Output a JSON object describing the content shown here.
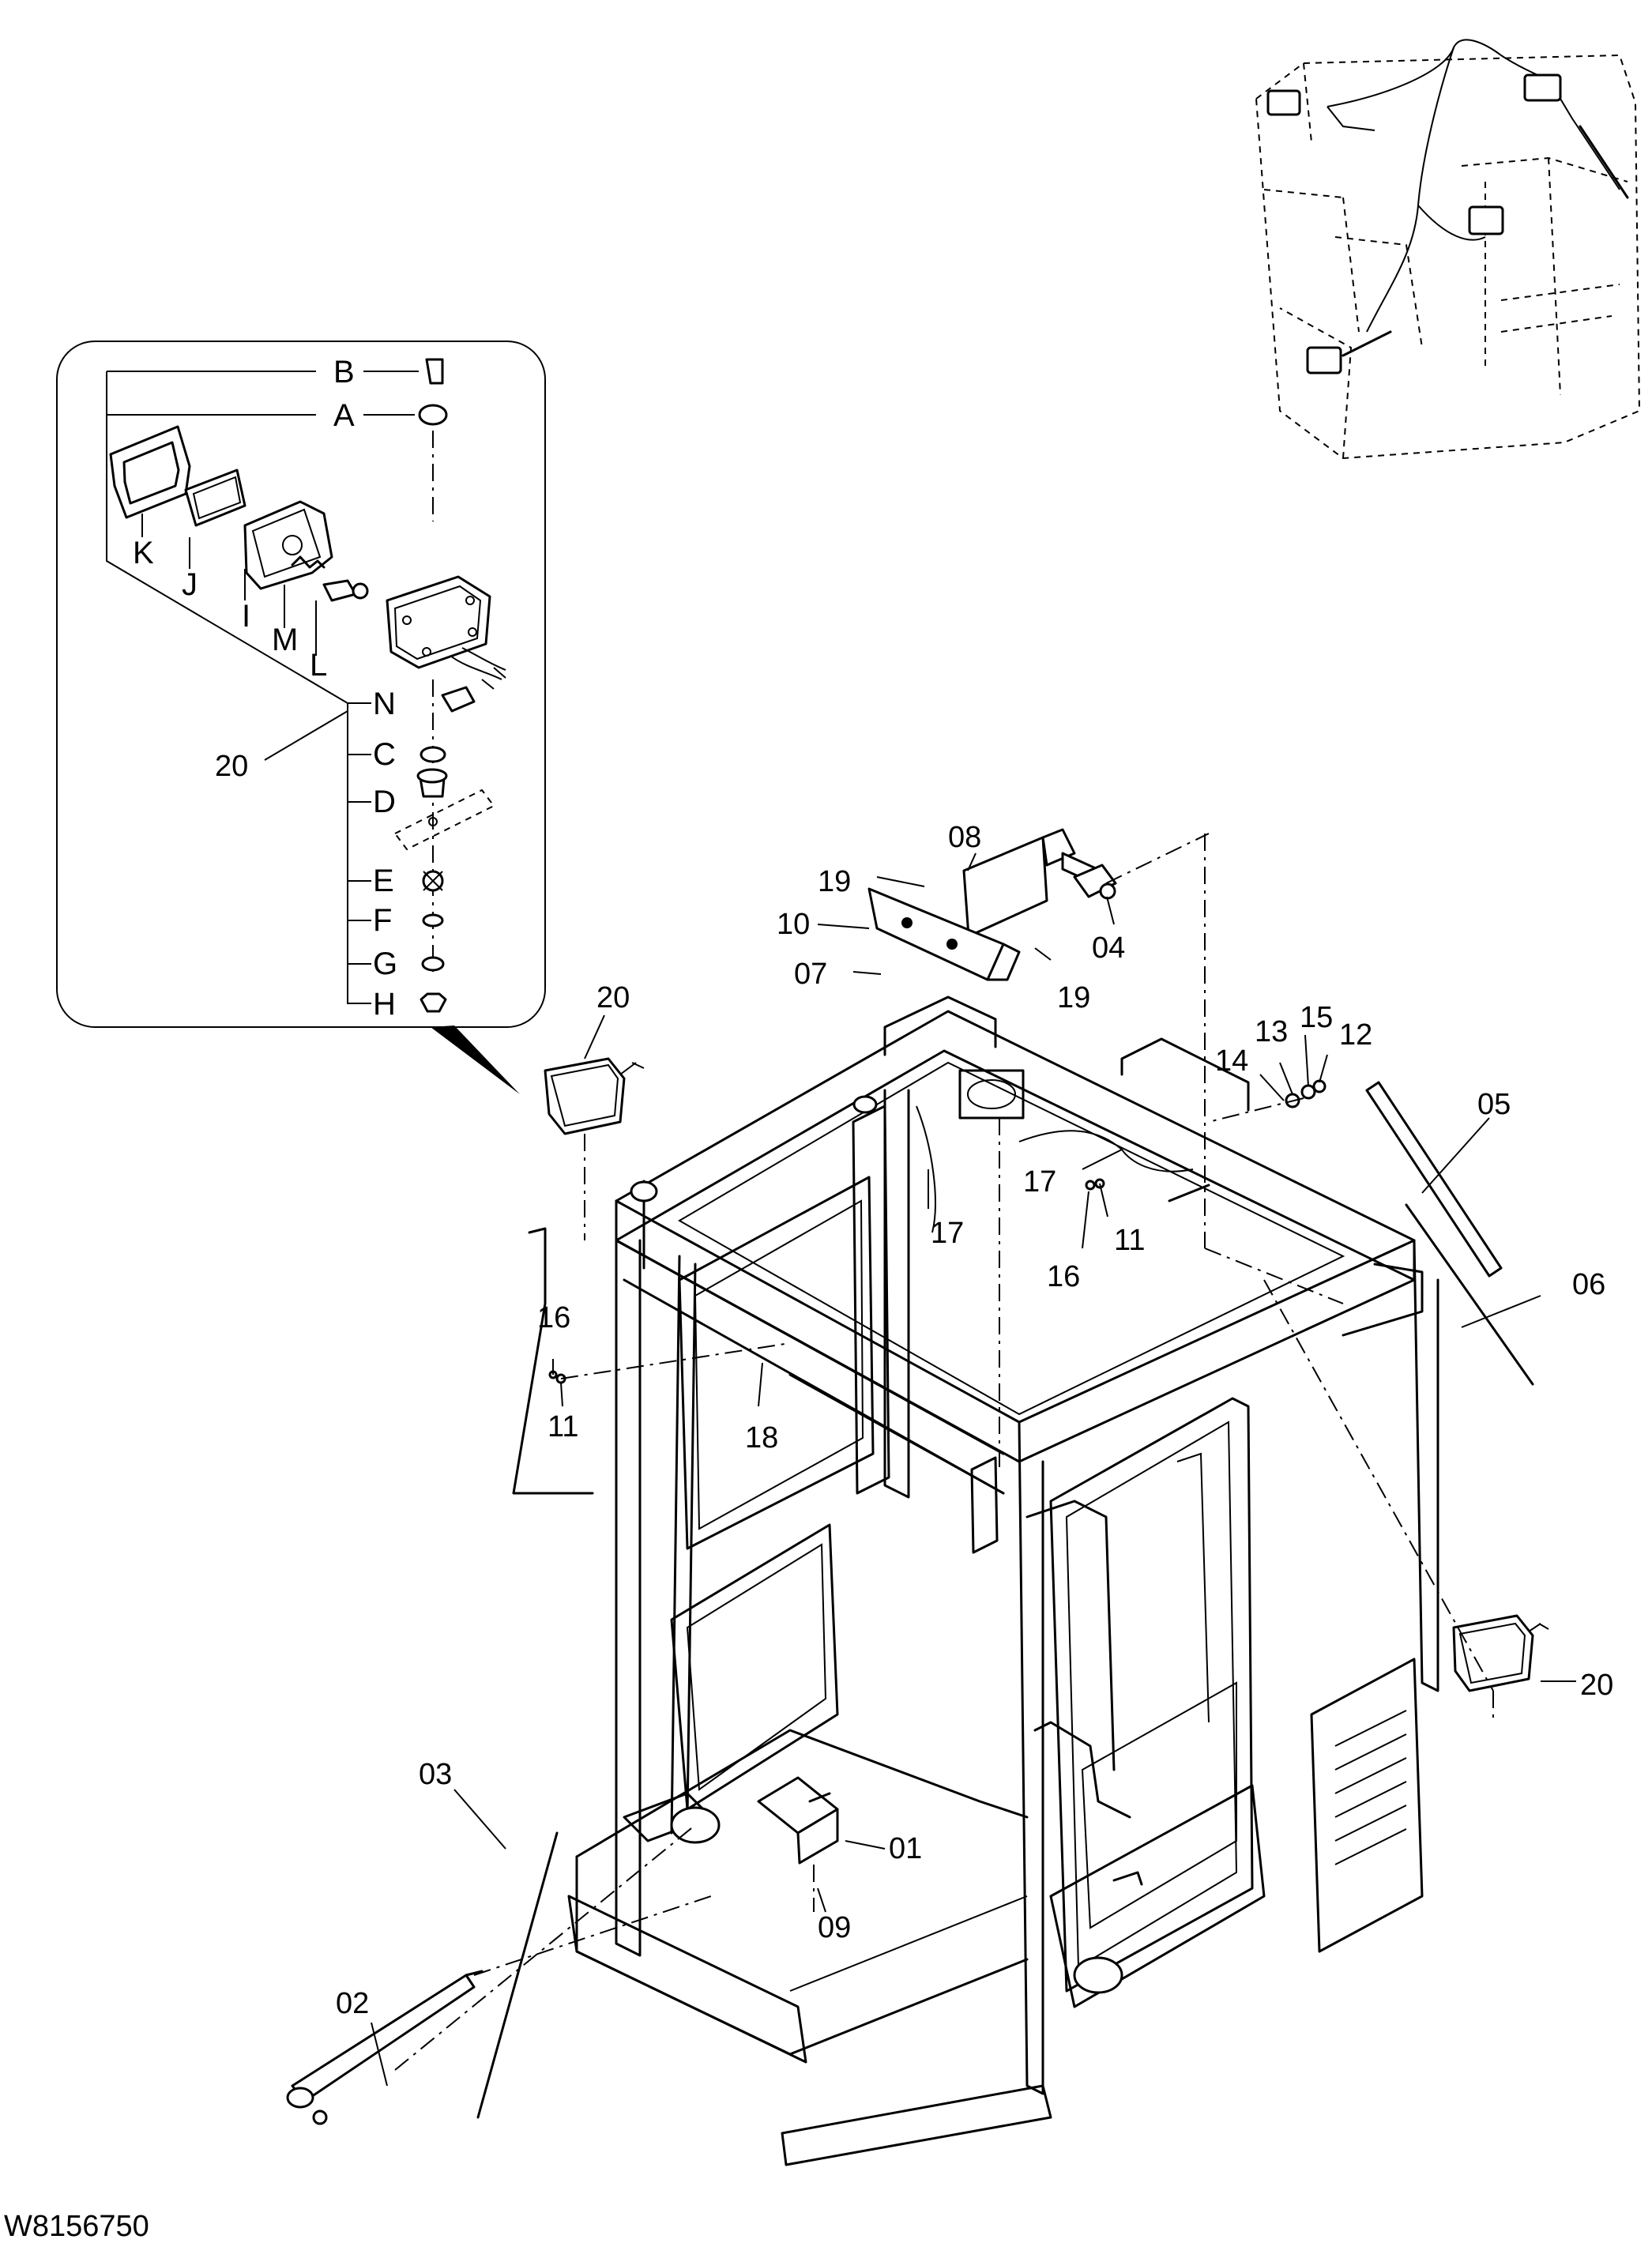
{
  "drawing_number": "W8156750",
  "detail_inset": {
    "hardware_labels": [
      "B",
      "A",
      "K",
      "J",
      "I",
      "M",
      "L",
      "N",
      "C",
      "D",
      "E",
      "F",
      "G",
      "H"
    ],
    "assembly_ref": "20"
  },
  "callouts": {
    "p01": "01",
    "p02": "02",
    "p03": "03",
    "p04": "04",
    "p05": "05",
    "p06": "06",
    "p07": "07",
    "p08": "08",
    "p09": "09",
    "p10": "10",
    "p11": "11",
    "p12": "12",
    "p13": "13",
    "p14": "14",
    "p15": "15",
    "p16": "16",
    "p17": "17",
    "p18": "18",
    "p19": "19",
    "p20": "20"
  }
}
